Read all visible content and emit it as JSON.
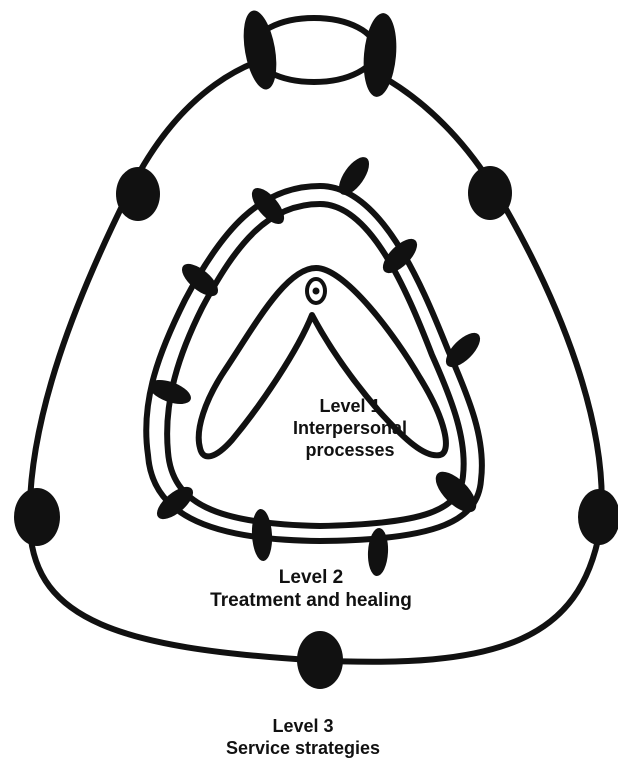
{
  "levels": [
    {
      "title": "Level 1",
      "subtitle": "Interpersonal processes"
    },
    {
      "title": "Level 2",
      "subtitle": "Treatment and healing"
    },
    {
      "title": "Level 3",
      "subtitle": "Service strategies"
    }
  ],
  "level1_subtitle_lines": [
    "Interpersonal",
    "processes"
  ],
  "colors": {
    "ink": "#111111",
    "background": "#ffffff"
  }
}
